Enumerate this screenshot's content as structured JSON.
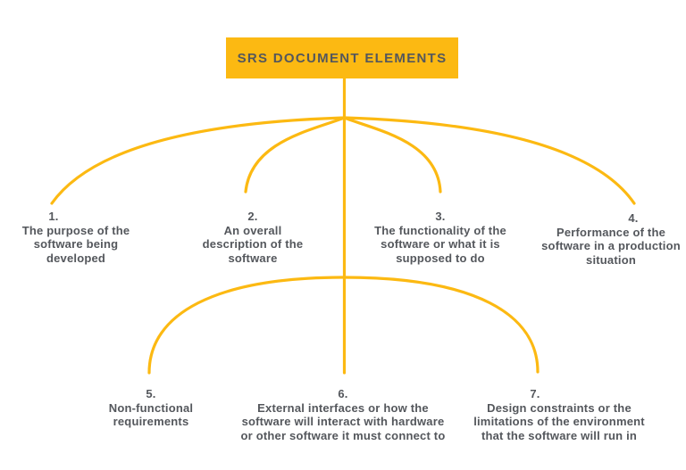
{
  "theme": {
    "accent_yellow": "#FCB912",
    "text_gray": "#54575C",
    "background": "#FFFFFF"
  },
  "diagram": {
    "title": "SRS DOCUMENT ELEMENTS",
    "items": [
      {
        "number": "1.",
        "lines": [
          "The purpose of the",
          "software being",
          "developed"
        ]
      },
      {
        "number": "2.",
        "lines": [
          "An overall",
          "description of the",
          "software"
        ]
      },
      {
        "number": "3.",
        "lines": [
          "The functionality of the",
          "software or what it is",
          "supposed to do"
        ]
      },
      {
        "number": "4.",
        "lines": [
          "Performance of the",
          "software in a production",
          "situation"
        ]
      },
      {
        "number": "5.",
        "lines": [
          "Non-functional",
          "requirements"
        ]
      },
      {
        "number": "6.",
        "lines": [
          "External interfaces or how the",
          "software will interact with hardware",
          "or other software it must connect to"
        ]
      },
      {
        "number": "7.",
        "lines": [
          "Design constraints or the",
          "limitations of the environment",
          "that the software will run in"
        ]
      }
    ]
  }
}
